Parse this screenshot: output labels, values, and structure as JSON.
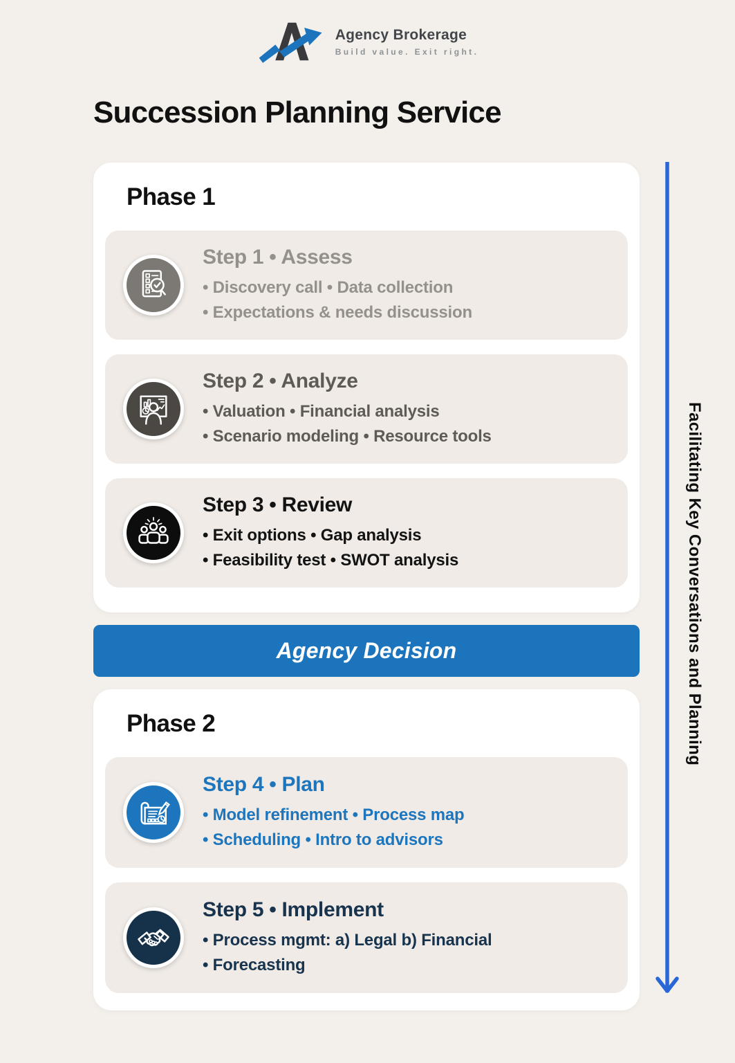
{
  "logo": {
    "name": "Agency Brokerage",
    "tagline": "Build value. Exit right.",
    "mark_dark_color": "#3a3a3c",
    "mark_blue_color": "#1c75bc"
  },
  "title": "Succession Planning Service",
  "phase1": {
    "label": "Phase 1",
    "steps": [
      {
        "title": "Step 1 • Assess",
        "bullets": [
          "• Discovery call • Data collection",
          "• Expectations & needs discussion"
        ],
        "icon": "checklist-magnifier-icon",
        "icon_bg": "#7c7974",
        "text_color": "#94908b"
      },
      {
        "title": "Step 2 • Analyze",
        "bullets": [
          "• Valuation • Financial analysis",
          "• Scenario modeling • Resource tools"
        ],
        "icon": "presentation-chart-icon",
        "icon_bg": "#4b4743",
        "text_color": "#5e5a56"
      },
      {
        "title": "Step 3 • Review",
        "bullets": [
          "• Exit options • Gap analysis",
          "• Feasibility test • SWOT analysis"
        ],
        "icon": "team-idea-icon",
        "icon_bg": "#0d0d0d",
        "text_color": "#131313"
      }
    ]
  },
  "decision_banner": {
    "label": "Agency Decision",
    "bg": "#1c75bc",
    "text_color": "#ffffff"
  },
  "phase2": {
    "label": "Phase 2",
    "steps": [
      {
        "title": "Step 4 • Plan",
        "bullets": [
          "• Model refinement • Process map",
          "• Scheduling • Intro to advisors"
        ],
        "icon": "blueprint-pencil-icon",
        "icon_bg": "#1d76bd",
        "text_color": "#1d76bd"
      },
      {
        "title": "Step 5 • Implement",
        "bullets": [
          "• Process mgmt: a) Legal b) Financial",
          "• Forecasting"
        ],
        "icon": "handshake-icon",
        "icon_bg": "#16314a",
        "text_color": "#17334d"
      }
    ]
  },
  "side_note": {
    "text": "Facilitating Key Conversations and Planning",
    "arrow_color": "#2a67d6"
  }
}
